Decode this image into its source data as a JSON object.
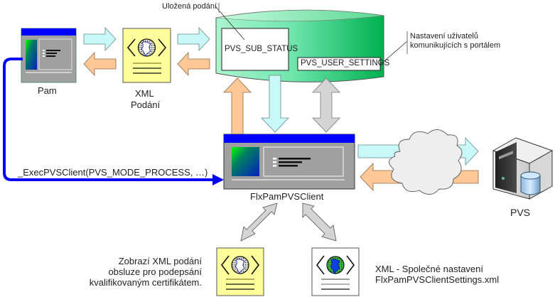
{
  "colors": {
    "flow_forward": "#c8f8f8",
    "flow_back": "#ffc896",
    "bidirectional": "#d4d4d4",
    "call_line": "#0000ff",
    "window_titlebar": "#0000ff",
    "window_body": "#a0a0a0",
    "xml_doc_yellow": "#ffff9c",
    "database_green": "#3cd488"
  },
  "nodes": {
    "pam": {
      "label": "Pam",
      "icon": "application-window-icon"
    },
    "xml_submission": {
      "label_line1": "XML",
      "label_line2": "Podání",
      "icon": "xml-document-icon"
    },
    "database": {
      "icon": "database-cylinder-icon",
      "tables": [
        "PVS_SUB_STATUS",
        "PVS_USER_SETTINGS"
      ],
      "callout_saved": "Uložená podání",
      "callout_settings_line1": "Nastavení uživatelů",
      "callout_settings_line2": "komunikujících s portálem"
    },
    "client": {
      "label": "FlxPamPVSClient",
      "icon": "application-window-icon"
    },
    "server": {
      "label": "PVS",
      "icon": "server-icon"
    },
    "network": {
      "icon": "cloud-icon"
    },
    "signing_doc": {
      "icon": "xml-document-icon",
      "text_line1": "Zobrazí XML podání",
      "text_line2": "obsluze pro podepsání",
      "text_line3": "kvalifikovaným certifikátem."
    },
    "settings_doc": {
      "icon": "xml-document-icon",
      "text_line1": "XML - Společné nastavení",
      "text_line2": "FlxPamPVSClientSettings.xml"
    }
  },
  "connections": {
    "call_label": "_ExecPVSClient(PVS_MODE_PROCESS, …)"
  }
}
